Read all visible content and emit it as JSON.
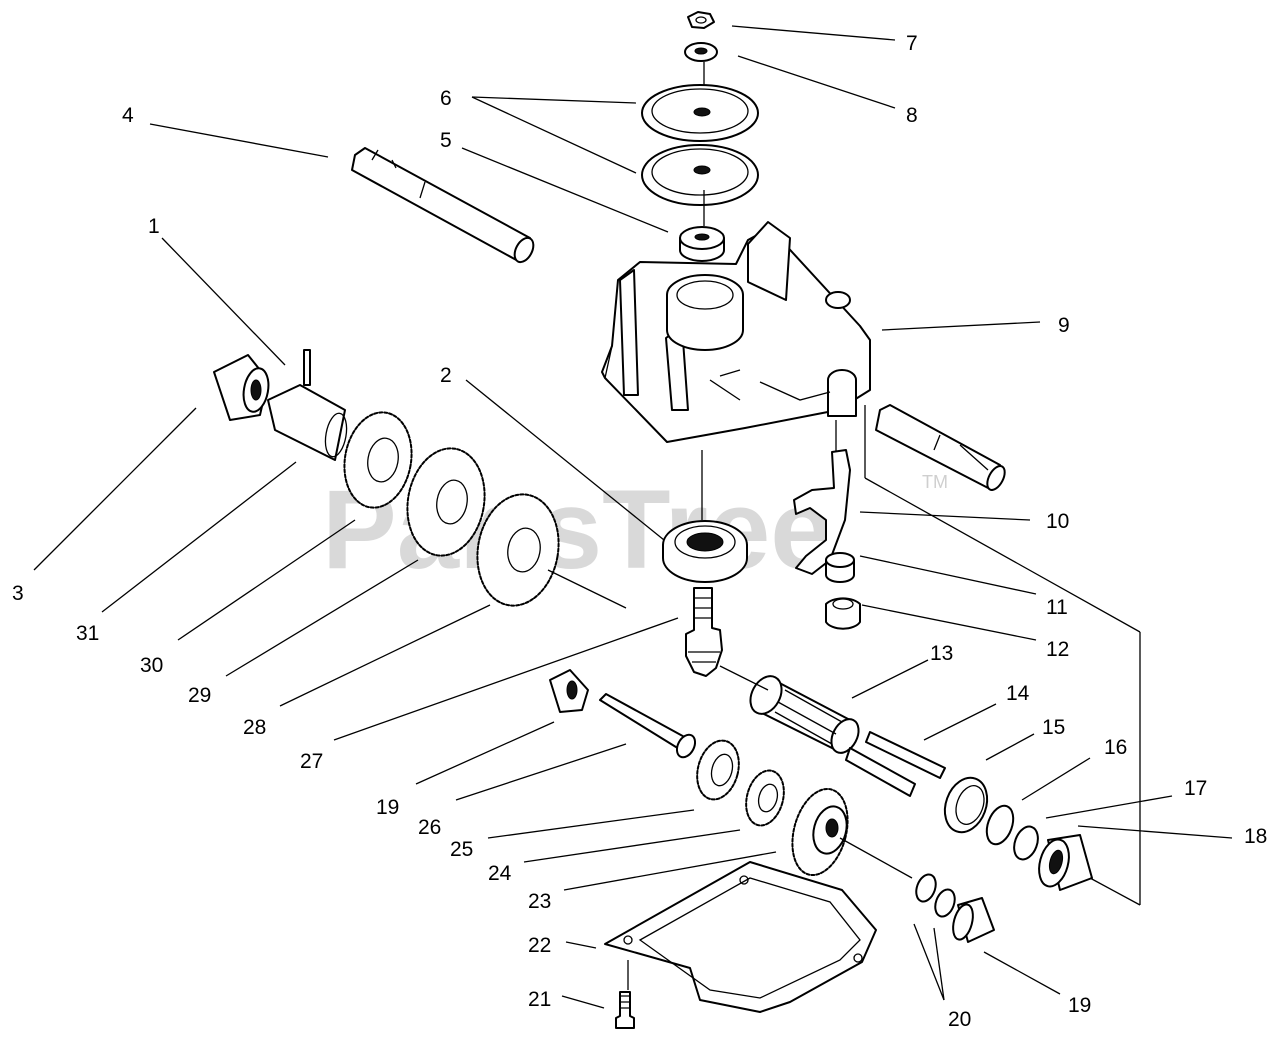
{
  "watermark": {
    "text": "PartsTree",
    "trademark": "TM"
  },
  "callouts": {
    "c1": "1",
    "c2": "2",
    "c3": "3",
    "c4": "4",
    "c5": "5",
    "c6": "6",
    "c7": "7",
    "c8": "8",
    "c9": "9",
    "c10": "10",
    "c11": "11",
    "c12": "12",
    "c13": "13",
    "c14": "14",
    "c15": "15",
    "c16": "16",
    "c17": "17",
    "c18": "18",
    "c19a": "19",
    "c19b": "19",
    "c20": "20",
    "c21": "21",
    "c22": "22",
    "c23": "23",
    "c24": "24",
    "c25": "25",
    "c26": "26",
    "c27": "27",
    "c28": "28",
    "c29": "29",
    "c30": "30",
    "c31": "31"
  }
}
